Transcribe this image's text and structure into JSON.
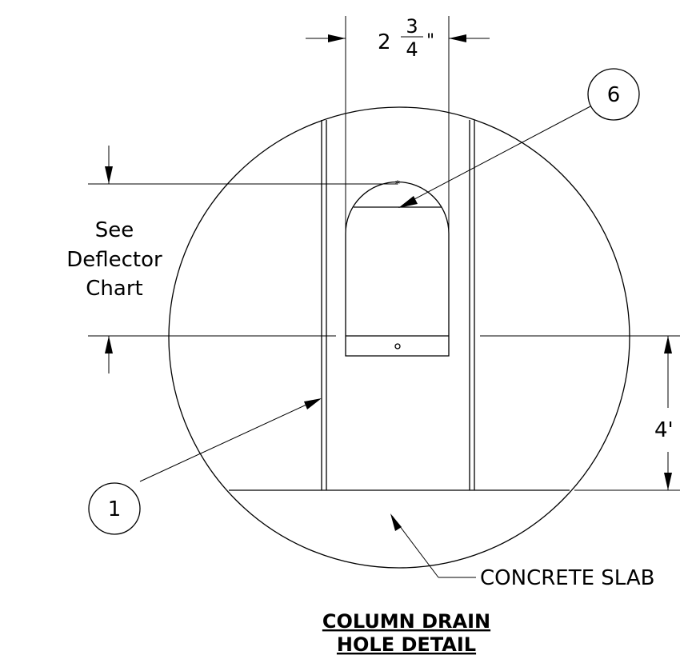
{
  "drawing": {
    "dimension_width": {
      "whole": "2",
      "numerator": "3",
      "denominator": "4",
      "unit": "\""
    },
    "balloon_6": "6",
    "balloon_1": "1",
    "note_lines": [
      "See",
      "Deflector",
      "Chart"
    ],
    "dimension_height": "4'",
    "slab_label": "CONCRETE SLAB",
    "title_line1": "COLUMN DRAIN",
    "title_line2": "HOLE DETAIL"
  }
}
